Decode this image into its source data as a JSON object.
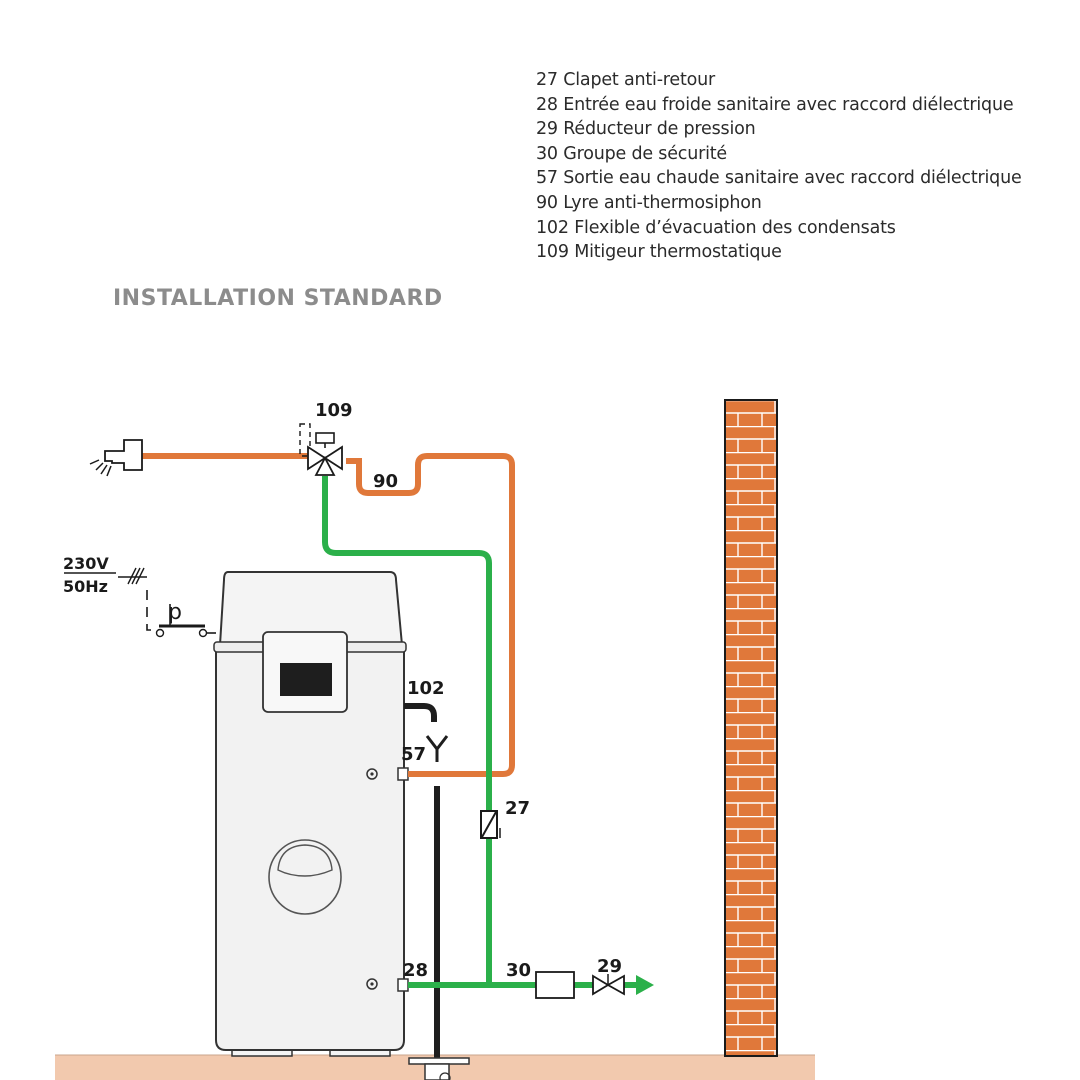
{
  "legend": [
    {
      "num": "27",
      "text": "Clapet anti-retour"
    },
    {
      "num": "28",
      "text": "Entrée eau froide sanitaire avec raccord diélectrique"
    },
    {
      "num": "29",
      "text": "Réducteur de pression"
    },
    {
      "num": "30",
      "text": "Groupe de sécurité"
    },
    {
      "num": "57",
      "text": "Sortie eau chaude sanitaire avec raccord diélectrique"
    },
    {
      "num": "90",
      "text": "Lyre anti-thermosiphon"
    },
    {
      "num": "102",
      "text": "Flexible d’évacuation des condensats"
    },
    {
      "num": "109",
      "text": "Mitigeur thermostatique"
    }
  ],
  "heading": "INSTALLATION STANDARD",
  "labels": {
    "l109": "109",
    "l90": "90",
    "l102": "102",
    "l57": "57",
    "l27": "27",
    "l28": "28",
    "l30": "30",
    "l29": "29",
    "voltage": "230V",
    "frequency": "50Hz",
    "pressostat": "p"
  },
  "colors": {
    "hot_pipe": "#e0783a",
    "cold_pipe": "#2bb04a",
    "condensate_pipe": "#1e1e1e",
    "brick": "#e0783a",
    "floor": "#f2c9ae",
    "heading": "#8c8c8c"
  },
  "icons": {
    "tap": "tap-icon",
    "check_valve": "check-valve-icon",
    "reducer": "pressure-reducer-icon",
    "mixer": "mixing-valve-icon"
  }
}
